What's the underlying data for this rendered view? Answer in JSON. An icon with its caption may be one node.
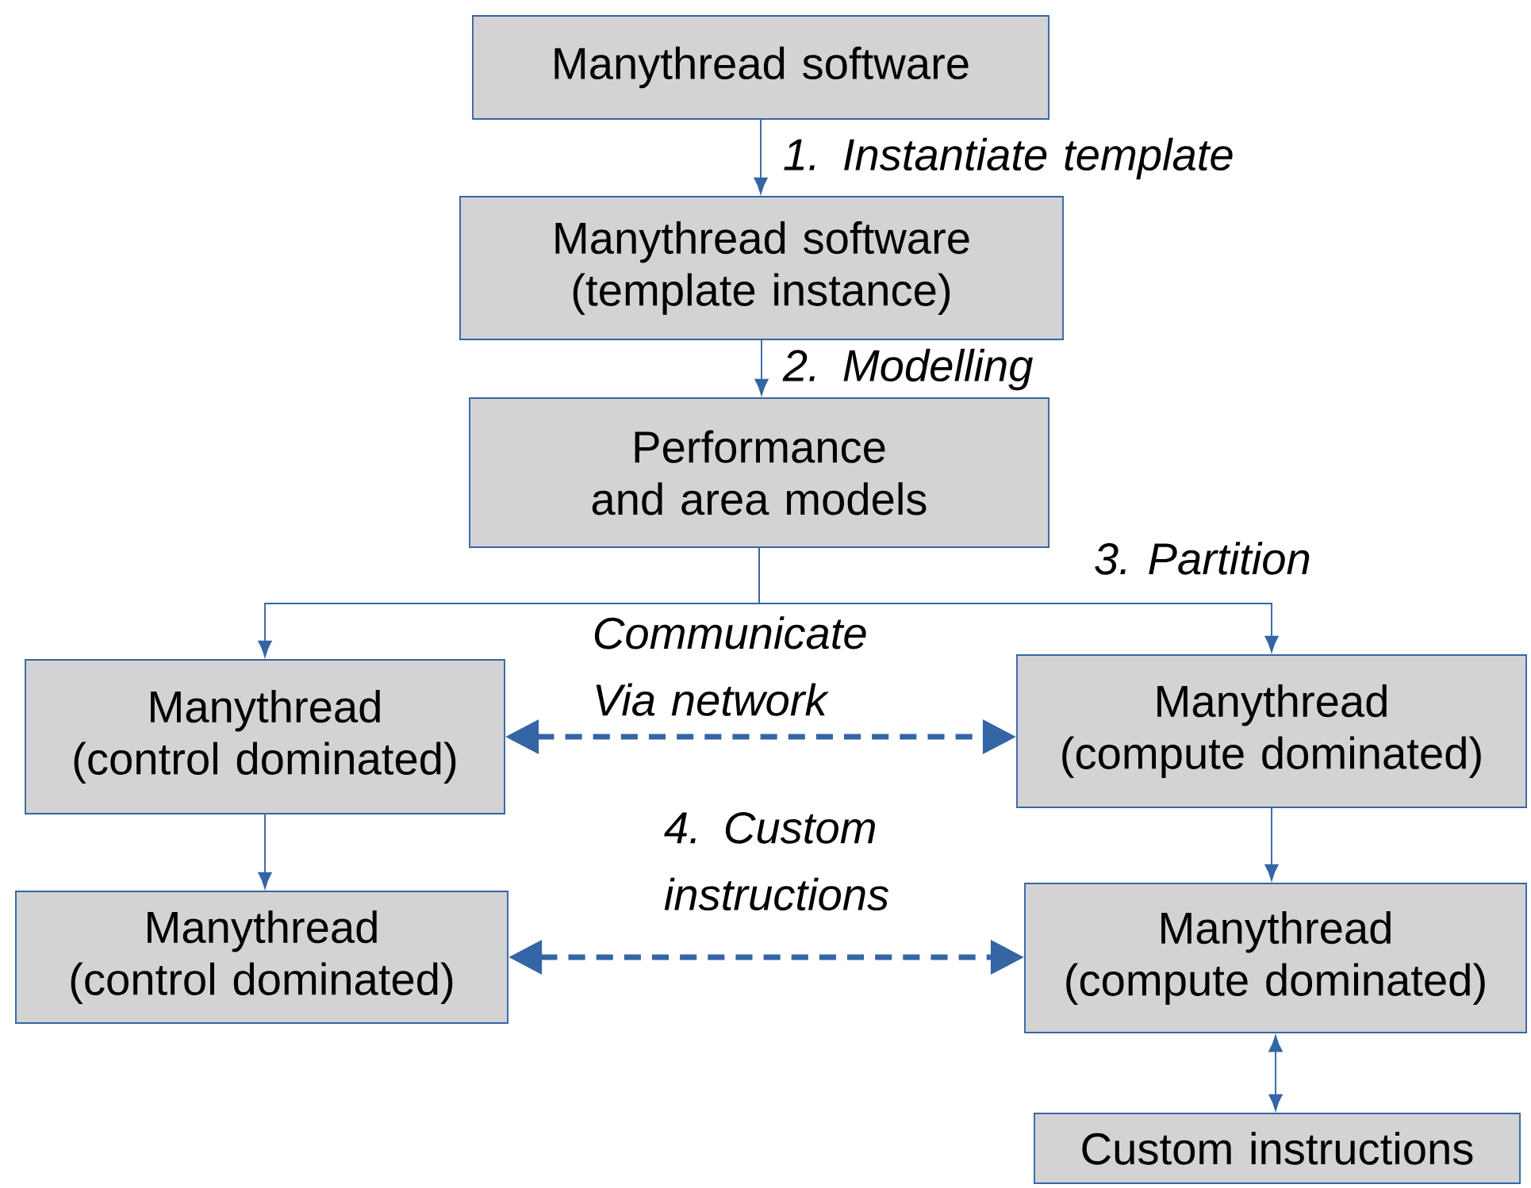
{
  "diagram": {
    "nodes": [
      {
        "text": [
          "Manythread software"
        ]
      },
      {
        "text": [
          "Manythread software (template instance)"
        ]
      },
      {
        "text": [
          "Performance and area models"
        ]
      },
      {
        "text": [
          "Manythread (control dominated)"
        ]
      },
      {
        "text": [
          "Manythread (compute dominated)"
        ]
      },
      {
        "text": [
          "Manythread (control dominated)"
        ]
      },
      {
        "text": [
          "Manythread (compute dominated)"
        ]
      },
      {
        "text": [
          "Custom instructions"
        ]
      }
    ],
    "edges": [
      {
        "from": 0,
        "to": 1,
        "arrow": "to",
        "label": "1. Instantiate template"
      },
      {
        "from": 1,
        "to": 2,
        "arrow": "to",
        "label": "2. Modelling"
      },
      {
        "from": 2,
        "to": 3,
        "arrow": "to"
      },
      {
        "from": 2,
        "to": 4,
        "arrow": "to"
      },
      {
        "from": 3,
        "to": 4,
        "arrow": "both",
        "style": "dashed",
        "label": "Communicate Via network"
      },
      {
        "from": 3,
        "to": 5,
        "arrow": "to"
      },
      {
        "from": 4,
        "to": 6,
        "arrow": "to"
      },
      {
        "from": 5,
        "to": 6,
        "arrow": "both",
        "style": "dashed",
        "label": "4. Custom instructions"
      },
      {
        "from": 6,
        "to": 7,
        "arrow": "both"
      }
    ],
    "labels": [
      "3. Partition"
    ]
  }
}
